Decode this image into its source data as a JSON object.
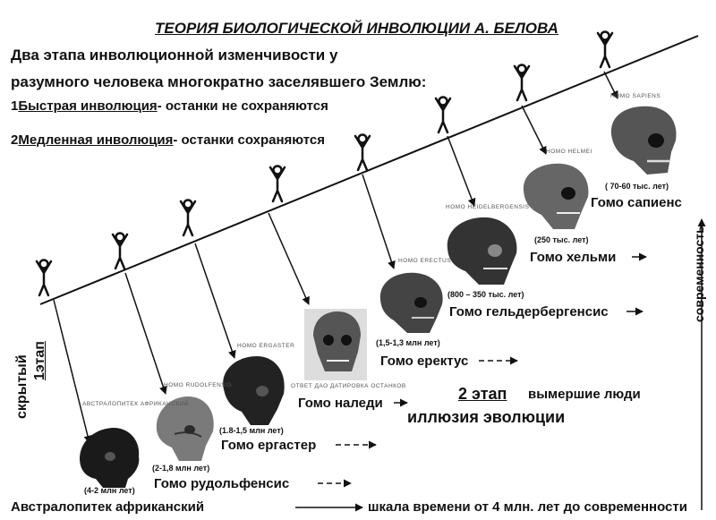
{
  "title": "ТЕОРИЯ БИОЛОГИЧЕСКОЙ ИНВОЛЮЦИИ А. БЕЛОВА",
  "intro": {
    "line1": "Два этапа инволюционной изменчивости у",
    "line2": "разумного человека многократно заселявшего   Землю:"
  },
  "stage1": {
    "prefix": "1",
    "underlined": "Быстрая инволюция",
    "rest": "- останки не сохраняются"
  },
  "stage2": {
    "prefix": "2",
    "underlined": "Медленная инволюция",
    "rest": "- останки сохраняются"
  },
  "species": [
    {
      "name": "Австралопитек африканский",
      "date": "(4-2 млн лет)",
      "caption": "АВСТРАЛОПИТЕК АФРИКАНСКИЙ"
    },
    {
      "name": "Гомо рудольфенсис",
      "date": "(2-1,8 млн лет)",
      "caption": "HOMO RUDOLFENSIS"
    },
    {
      "name": "Гомо ергастер",
      "date": "(1.8-1,5 млн лет)",
      "caption": "HOMO ERGASTER"
    },
    {
      "name": "Гомо наледи",
      "date": "",
      "caption": "ОТВЕТ ДАО ДАТИРОВКА ОСТАНКОВ"
    },
    {
      "name": "Гомо еректус",
      "date": "(1,5-1,3 млн лет)",
      "caption": "HOMO ERECTUS"
    },
    {
      "name": "Гомо гельдербергенсис",
      "date": "(800 – 350 тыс. лет)",
      "caption": "HOMO HEIDELBERGENSIS"
    },
    {
      "name": "Гомо хельми",
      "date": "(250 тыс. лет)",
      "caption": "HOMO HELMEI"
    },
    {
      "name": "Гомо сапиенс",
      "date": "( 70-60 тыс. лет)",
      "caption": "HOMO SAPIENS"
    }
  ],
  "timescale": "шкала времени от   4 млн.  лет  до    современности",
  "etap2": "2 этап",
  "extinct": "вымершие люди",
  "illusion": "иллюзия эволюции",
  "etap1_a": "1этап",
  "etap1_b": "скрытый",
  "modern_vertical": "современность"
}
